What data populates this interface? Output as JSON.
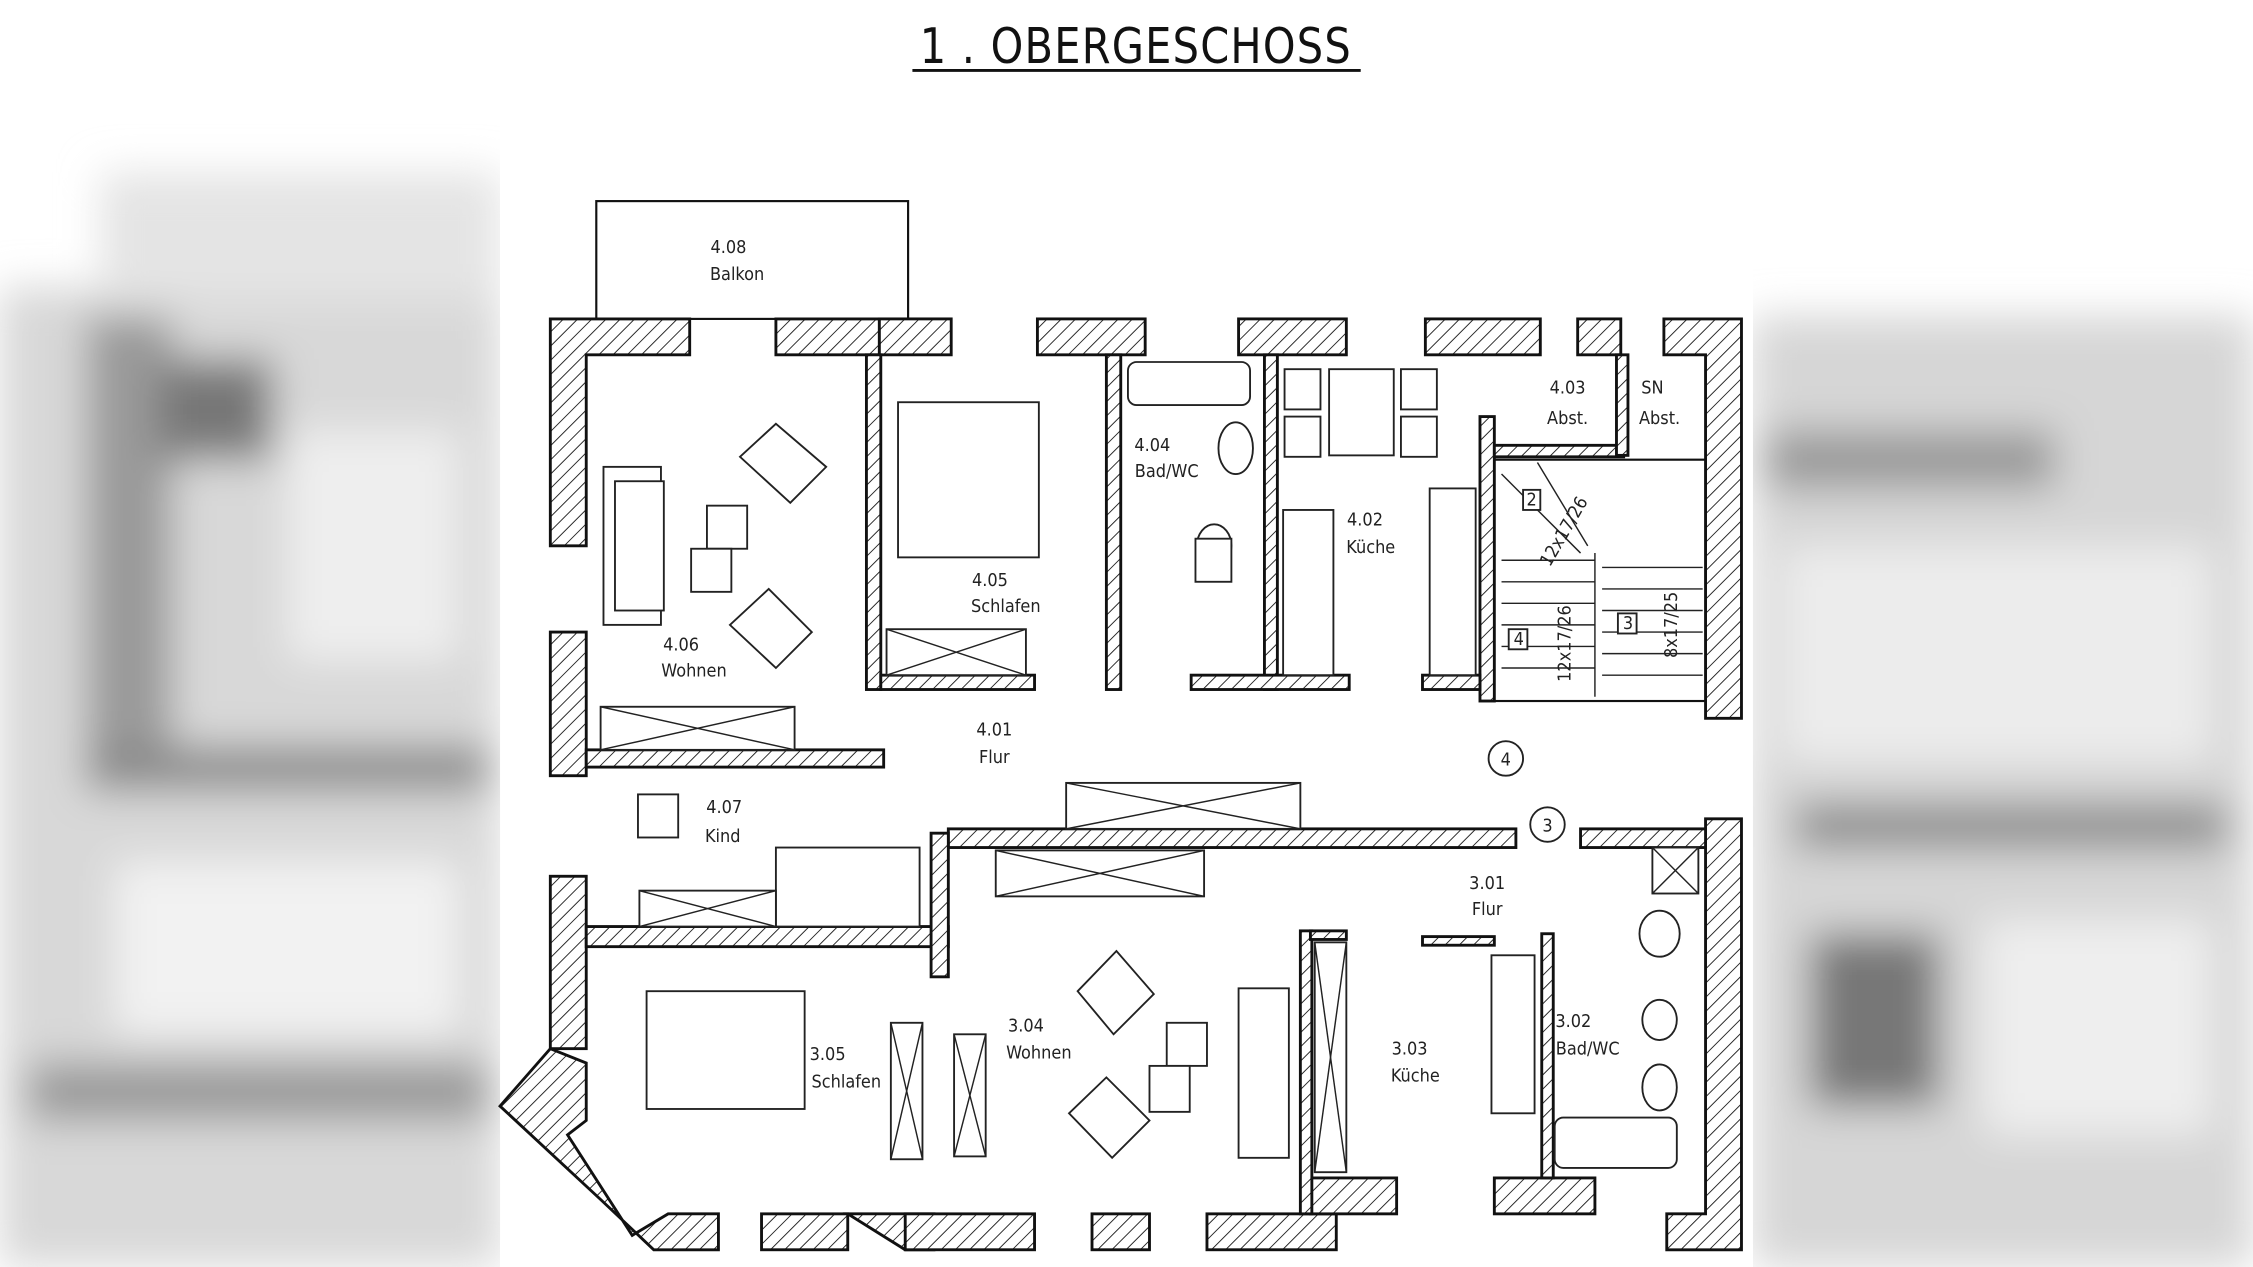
{
  "title": "1 . OBERGESCHOSS",
  "rooms": [
    {
      "number": "4.08",
      "name": "Balkon"
    },
    {
      "number": "4.06",
      "name": "Wohnen"
    },
    {
      "number": "4.05",
      "name": "Schlafen"
    },
    {
      "number": "4.04",
      "name": "Bad/WC"
    },
    {
      "number": "4.02",
      "name": "Küche"
    },
    {
      "number": "4.03",
      "name": "Abst."
    },
    {
      "number": "SN",
      "name": "Abst."
    },
    {
      "number": "4.01",
      "name": "Flur"
    },
    {
      "number": "4.07",
      "name": "Kind"
    },
    {
      "number": "3.01",
      "name": "Flur"
    },
    {
      "number": "3.05",
      "name": "Schlafen"
    },
    {
      "number": "3.04",
      "name": "Wohnen"
    },
    {
      "number": "3.03",
      "name": "Küche"
    },
    {
      "number": "3.02",
      "name": "Bad/WC"
    }
  ],
  "stairs": {
    "flight_upper": "12x17/26",
    "flight_left": "12x17/26",
    "flight_right": "8x17/25",
    "step_markers": [
      "2",
      "3",
      "4"
    ]
  },
  "apartment_markers": [
    "4",
    "3"
  ]
}
